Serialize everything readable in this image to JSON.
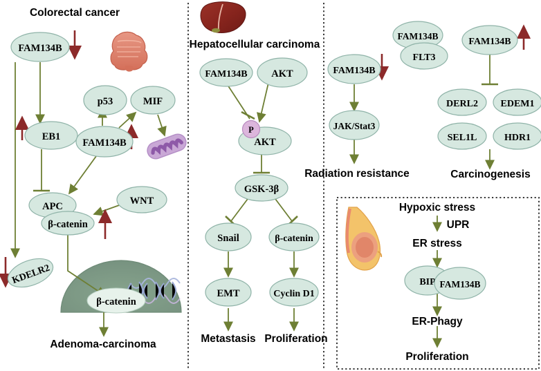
{
  "figure": {
    "title_colorectal": "Colorectal cancer",
    "title_hcc": "Hepatocellular carcinoma"
  },
  "colors": {
    "node_fill": "#d6e8e0",
    "node_stroke": "#8fb3a8",
    "arrow_green": "#5a7230",
    "arrow_olive": "#6e7f34",
    "arrow_red": "#8c2a2a",
    "nucleus_fill": "#7d9a85",
    "phospho_fill": "#dcb6dc",
    "mito_fill": "#9a6fb0",
    "intestine_fill": "#e08a74",
    "liver_fill": "#8e2b23",
    "breast_fill": "#f0b861",
    "divider": "#444444",
    "text": "#000000"
  },
  "panels": {
    "colorectal": {
      "heading": "Colorectal cancer",
      "icon": "intestine-icon",
      "nodes": [
        {
          "id": "crc-fam134b-top",
          "label": "FAM134B"
        },
        {
          "id": "crc-eb1",
          "label": "EB1"
        },
        {
          "id": "crc-p53",
          "label": "p53"
        },
        {
          "id": "crc-mif",
          "label": "MIF"
        },
        {
          "id": "crc-fam134b-mid",
          "label": "FAM134B"
        },
        {
          "id": "crc-apc",
          "label": "APC"
        },
        {
          "id": "crc-bcatenin",
          "label": "β-catenin"
        },
        {
          "id": "crc-wnt",
          "label": "WNT"
        },
        {
          "id": "crc-kdelr2",
          "label": "KDELR2"
        },
        {
          "id": "crc-bcatenin-nuc",
          "label": "β-catenin"
        }
      ],
      "outcome": "Adenoma-carcinoma",
      "regulation": [
        {
          "target": "FAM134B",
          "direction": "down"
        },
        {
          "target": "EB1",
          "direction": "up"
        },
        {
          "target": "FAM134B",
          "direction": "up"
        },
        {
          "target": "β-catenin",
          "direction": "up"
        },
        {
          "target": "KDELR2",
          "direction": "down"
        }
      ]
    },
    "hcc": {
      "heading": "Hepatocellular carcinoma",
      "icon": "liver-icon",
      "nodes": [
        {
          "id": "hcc-fam134b",
          "label": "FAM134B"
        },
        {
          "id": "hcc-akt",
          "label": "AKT"
        },
        {
          "id": "hcc-p",
          "label": "P"
        },
        {
          "id": "hcc-pakt",
          "label": "AKT"
        },
        {
          "id": "hcc-gsk3b",
          "label": "GSK-3β"
        },
        {
          "id": "hcc-snail",
          "label": "Snail"
        },
        {
          "id": "hcc-bcatenin",
          "label": "β-catenin"
        },
        {
          "id": "hcc-emt",
          "label": "EMT"
        },
        {
          "id": "hcc-cyclind1",
          "label": "Cyclin D1"
        }
      ],
      "outcomes": [
        "Metastasis",
        "Proliferation"
      ]
    },
    "radiation": {
      "nodes": [
        {
          "id": "rad-fam134b",
          "label": "FAM134B"
        },
        {
          "id": "rad-jakstat3",
          "label": "JAK/Stat3"
        }
      ],
      "outcome": "Radiation resistance",
      "regulation": [
        {
          "target": "FAM134B",
          "direction": "down"
        }
      ]
    },
    "flt3": {
      "nodes": [
        {
          "id": "flt3-fam134b",
          "label": "FAM134B"
        },
        {
          "id": "flt3-flt3",
          "label": "FLT3"
        }
      ]
    },
    "erad": {
      "nodes": [
        {
          "id": "erad-fam134b",
          "label": "FAM134B"
        },
        {
          "id": "erad-derl2",
          "label": "DERL2"
        },
        {
          "id": "erad-edem1",
          "label": "EDEM1"
        },
        {
          "id": "erad-sel1l",
          "label": "SEL1L"
        },
        {
          "id": "erad-hdr1",
          "label": "HDR1"
        }
      ],
      "outcome": "Carcinogenesis",
      "regulation": [
        {
          "target": "FAM134B",
          "direction": "up"
        }
      ]
    },
    "breast": {
      "icon": "breast-icon",
      "steps": [
        "Hypoxic stress",
        "ER stress",
        "ER-Phagy",
        "Proliferation"
      ],
      "edge_label": "UPR",
      "nodes": [
        {
          "id": "br-bip",
          "label": "BIP"
        },
        {
          "id": "br-fam134b",
          "label": "FAM134B"
        }
      ]
    }
  }
}
